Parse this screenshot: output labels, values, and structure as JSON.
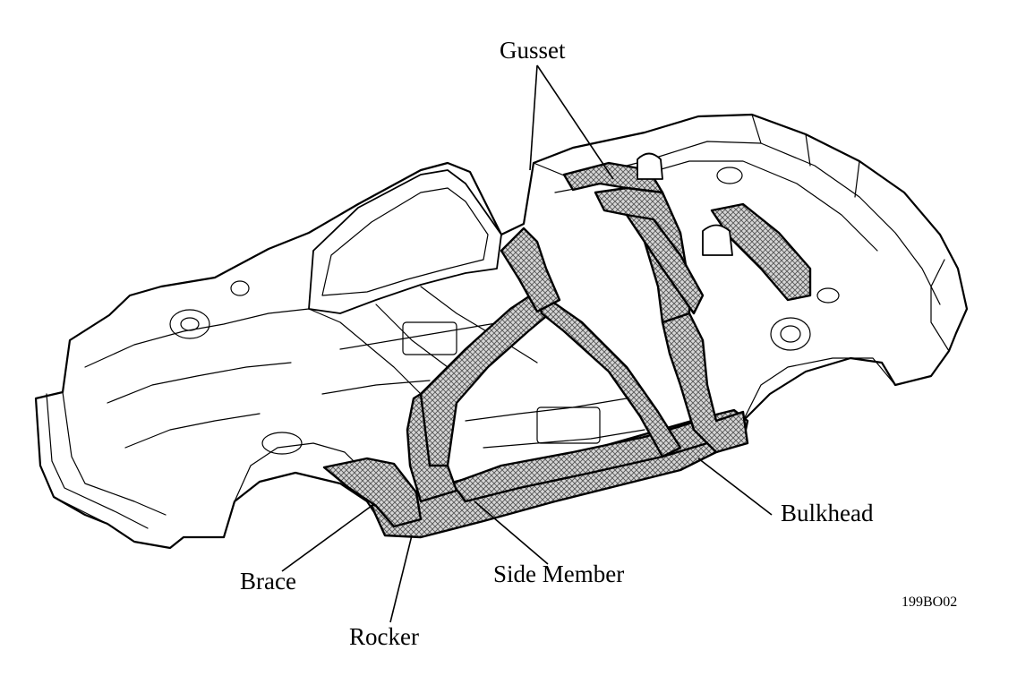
{
  "labels": {
    "gusset": "Gusset",
    "bulkhead": "Bulkhead",
    "side_member": "Side Member",
    "brace": "Brace",
    "rocker": "Rocker"
  },
  "figure_code": "199BO02"
}
